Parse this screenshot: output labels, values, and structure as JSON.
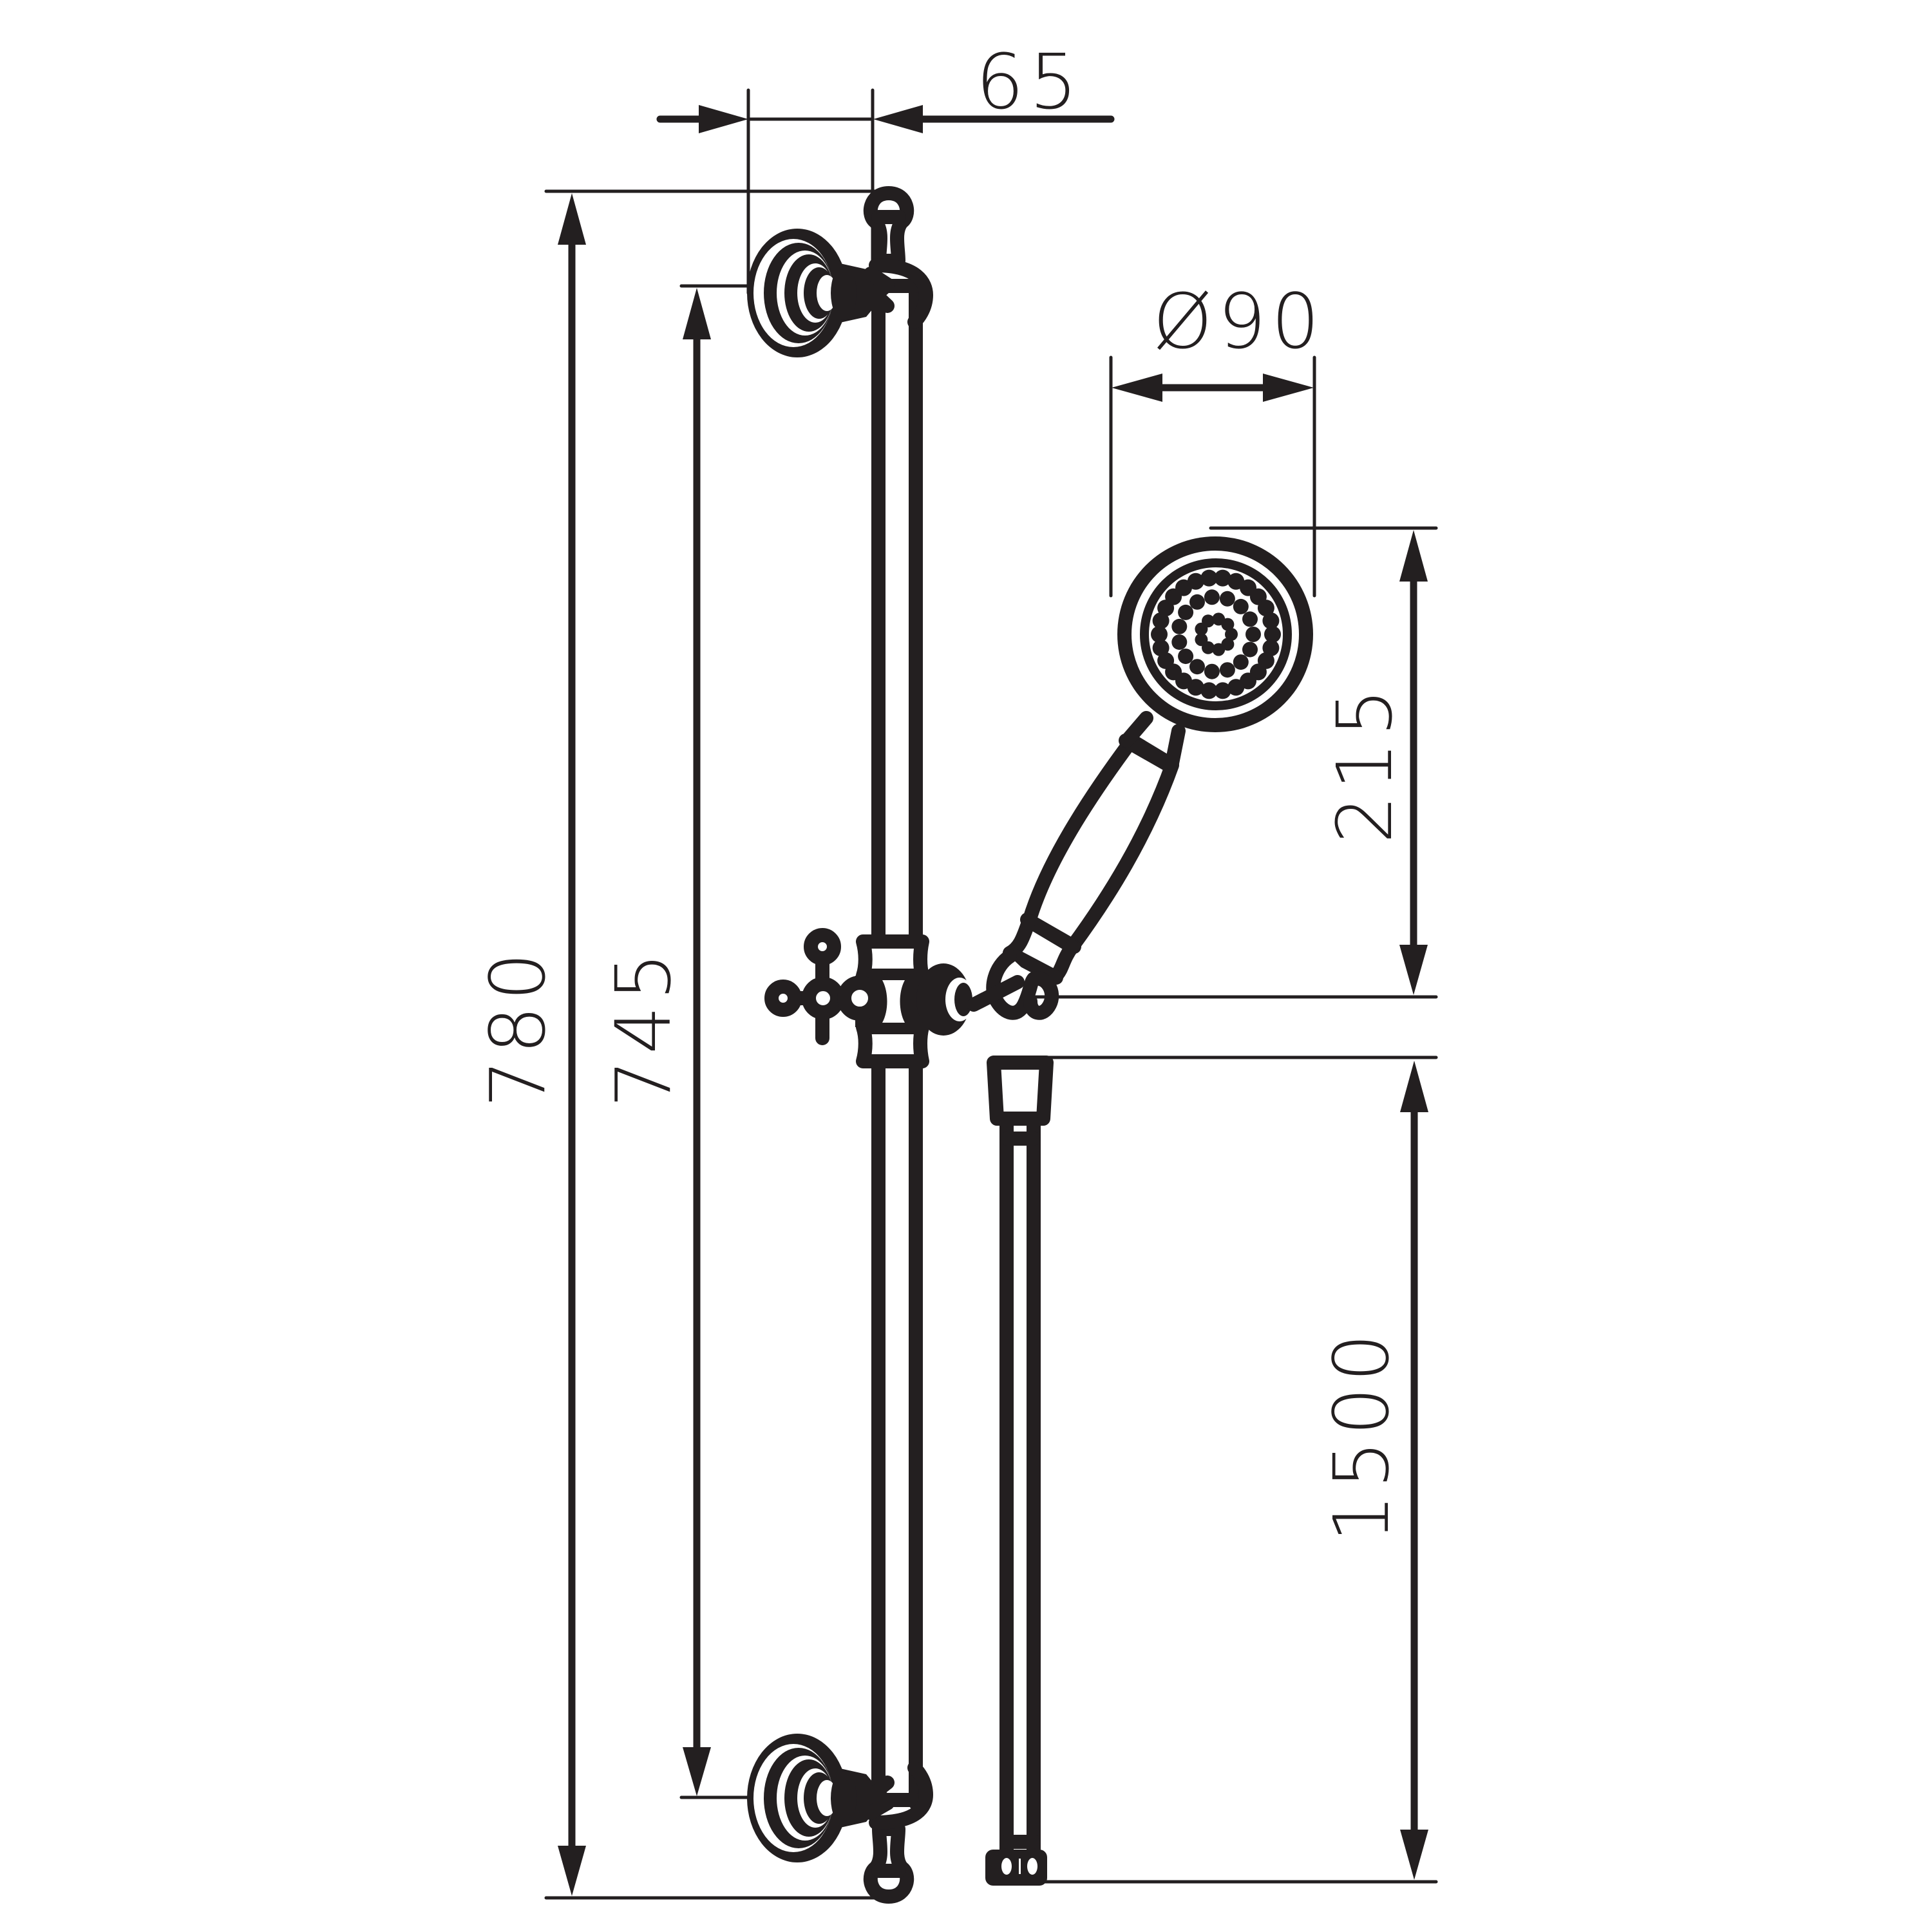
{
  "drawing": {
    "subject": "Shower rail set with slider, hand shower and hose",
    "line_color": "#231f20",
    "background": "#ffffff"
  },
  "dimensions": {
    "wall_projection": {
      "label": "65",
      "unit": "mm",
      "orientation": "horizontal"
    },
    "total_height": {
      "label": "780",
      "unit": "mm",
      "orientation": "vertical"
    },
    "bracket_spacing": {
      "label": "745",
      "unit": "mm",
      "orientation": "vertical"
    },
    "shower_head_diameter": {
      "label": "Ø90",
      "unit": "mm",
      "orientation": "horizontal"
    },
    "hand_shower_length": {
      "label": "215",
      "unit": "mm",
      "orientation": "vertical"
    },
    "hose_length": {
      "label": "1500",
      "unit": "mm",
      "orientation": "vertical"
    }
  },
  "components": [
    {
      "id": "top-wall-bracket",
      "name": "Top wall bracket"
    },
    {
      "id": "bottom-wall-bracket",
      "name": "Bottom wall bracket"
    },
    {
      "id": "slide-rail",
      "name": "Slide rail"
    },
    {
      "id": "slider",
      "name": "Slider with cross knob"
    },
    {
      "id": "hand-shower",
      "name": "Hand shower"
    },
    {
      "id": "hose",
      "name": "Shower hose"
    }
  ]
}
